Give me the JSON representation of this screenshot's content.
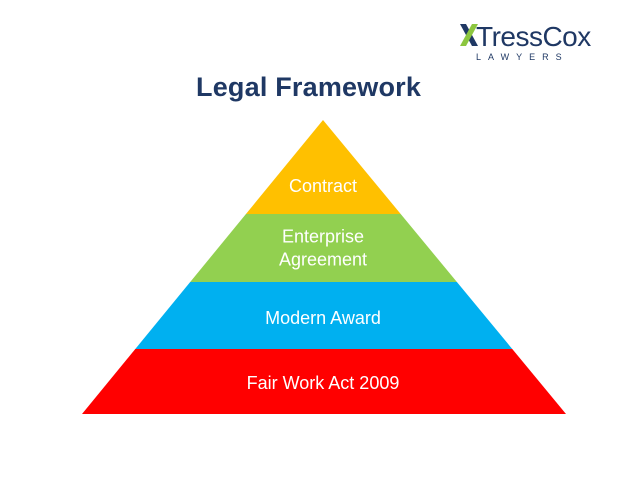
{
  "header": {
    "title": "Legal Framework"
  },
  "logo": {
    "name": "TressCox",
    "tagline": "LAWYERS",
    "mark_icon": "x-mark-icon",
    "colors": {
      "mark_dark": "#1f3864",
      "mark_green": "#8cc63f",
      "text": "#1f3864"
    }
  },
  "pyramid": {
    "tiers": [
      {
        "lines": [
          "Contract"
        ],
        "color": "#ffc000",
        "text_color": "#ffffff"
      },
      {
        "lines": [
          "Enterprise",
          "Agreement"
        ],
        "color": "#92d050",
        "text_color": "#ffffff"
      },
      {
        "lines": [
          "Modern Award"
        ],
        "color": "#00b0f0",
        "text_color": "#ffffff"
      },
      {
        "lines": [
          "Fair Work Act 2009"
        ],
        "color": "#ff0000",
        "text_color": "#ffffff"
      }
    ]
  }
}
